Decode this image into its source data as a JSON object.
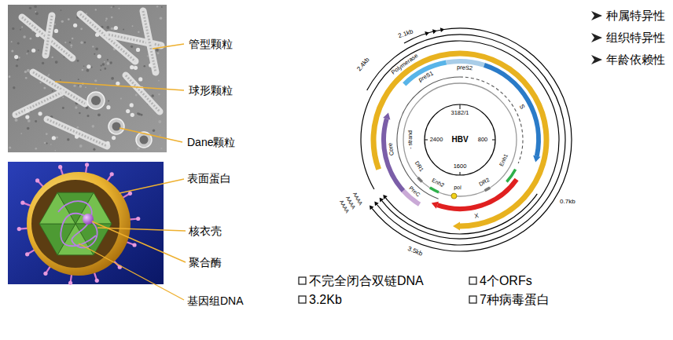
{
  "diagram": {
    "labels": [
      "管型颗粒",
      "球形颗粒",
      "Dane颗粒",
      "表面蛋白",
      "核衣壳",
      "聚合酶",
      "基因组DNA",
      "2.1kb",
      "2.4kb",
      "Polymerase",
      "preS1",
      "preS2",
      "S",
      "3182/1",
      "HBV",
      "2400",
      "800",
      "1600",
      "- strand",
      "Enh1",
      "Enh2",
      "DR1",
      "DR2",
      "pol",
      "X",
      "0.7kb",
      "Core",
      "PreC",
      "AAAA",
      "AAAA",
      "AAAA",
      "3.5kb",
      "种属特异性",
      "组织特异性",
      "年龄依赖性",
      "不完全闭合双链DNA",
      "3.2Kb",
      "4个ORFs",
      "7种病毒蛋白"
    ]
  }
}
